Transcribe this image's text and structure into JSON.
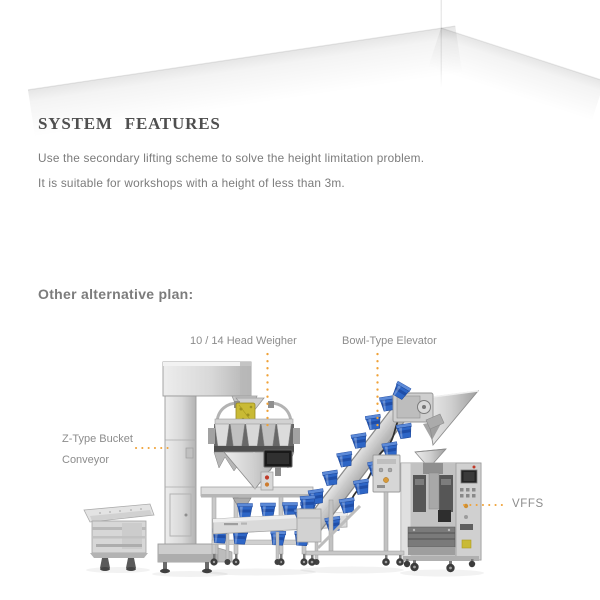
{
  "features": {
    "title": "SYSTEM FEATURES",
    "lines": [
      "Use the secondary lifting scheme to solve the height limitation problem.",
      "It is suitable for workshops with a height of less than 3m."
    ]
  },
  "alternative": {
    "heading": "Other alternative plan:",
    "labels": {
      "head_weigher": "10 / 14 Head Weigher",
      "bowl_elevator": "Bowl-Type Elevator",
      "z_conveyor_line1": "Z-Type Bucket",
      "z_conveyor_line2": "Conveyor",
      "vffs": "VFFS"
    }
  },
  "colors": {
    "accent-orange": "#F0A238",
    "bucket-blue": "#2E66C6",
    "bag-yellow": "#C9BA35",
    "title-text": "#4F4F4F",
    "body-text": "#7B7B7B",
    "label-text": "#8C8C8C"
  }
}
